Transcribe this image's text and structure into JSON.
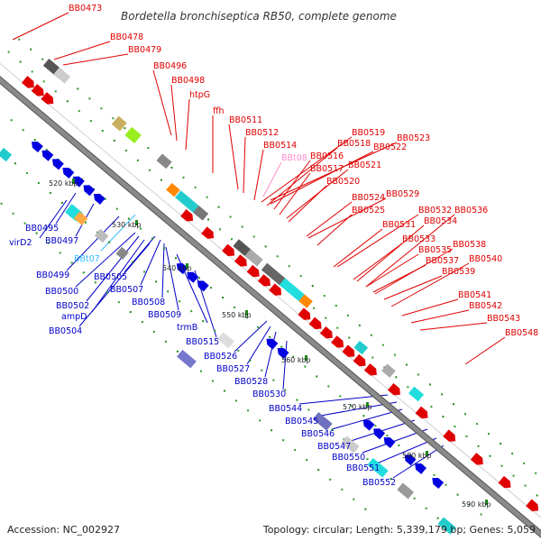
{
  "title": "Bordetella bronchiseptica RB50, complete genome",
  "footer": {
    "accession": "Accession: NC_002927",
    "summary": "Topology: circular; Length: 5,339,179 bp; Genes: 5,059"
  },
  "colors": {
    "forward_label": "#e00000",
    "reverse_label": "#0000c8",
    "rna_label_forward": "#ff8ccc",
    "rna_label_reverse": "#33bbff",
    "backbone": "#8a8a8a",
    "tick": "#1a8a1a"
  },
  "scale_ticks": [
    "520 kbp",
    "530 kbp",
    "540 kbp",
    "550 kbp",
    "560 kbp",
    "570 kbp",
    "580 kbp",
    "590 kbp"
  ],
  "forward_labels": [
    "BB0473",
    "BB0478",
    "BB0479",
    "BB0496",
    "BB0498",
    "htpG",
    "ffh",
    "BB0511",
    "BB0512",
    "BB0514",
    "BB0516",
    "BB0517",
    "BB0518",
    "BB0519",
    "BB0520",
    "BB0521",
    "BB0522",
    "BB0523",
    "BB0524",
    "BB0525",
    "BB0529",
    "BB0531",
    "BB0532",
    "BB0533",
    "BB0534",
    "BB0535",
    "BB0536",
    "BB0537",
    "BB0538",
    "BB0539",
    "BB0540",
    "BB0541",
    "BB0542",
    "BB0543",
    "BB0548"
  ],
  "forward_rna_labels": [
    "BBt08"
  ],
  "reverse_labels": [
    "BB0495",
    "virD2",
    "BB0497",
    "BB0499",
    "BB0500",
    "BB0502",
    "ampD",
    "BB0504",
    "BB0505",
    "BB0507",
    "BB0508",
    "BB0509",
    "trmB",
    "BB0515",
    "BB0526",
    "BB0527",
    "BB0528",
    "BB0530",
    "BB0544",
    "BB0545",
    "BB0546",
    "BB0547",
    "BB0550",
    "BB0551",
    "BB0552"
  ],
  "reverse_rna_labels": [
    "BBt07"
  ]
}
